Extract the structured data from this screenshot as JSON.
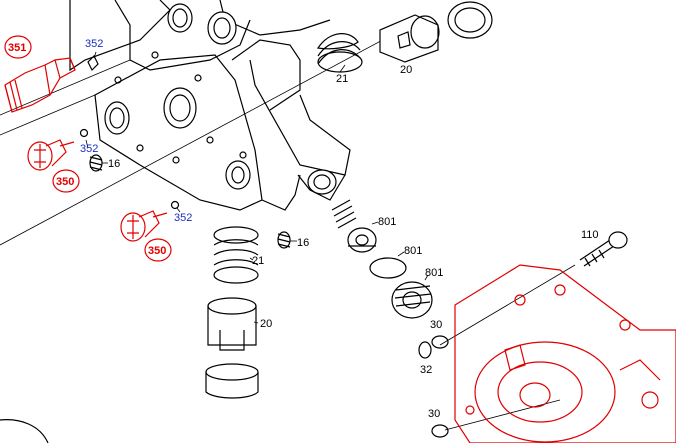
{
  "labels": {
    "c351": "351",
    "c350a": "350",
    "c350b": "350",
    "b352a": "352",
    "b352b": "352",
    "b352c": "352",
    "l16a": "16",
    "l16b": "16",
    "l21a": "21",
    "l21b": "21",
    "l20a": "20",
    "l20b": "20",
    "l801a": "801",
    "l801b": "801",
    "l801c": "801",
    "l110": "110",
    "l30a": "30",
    "l32": "32",
    "l30b": "30"
  },
  "colors": {
    "line": "#000000",
    "highlight": "#e10000",
    "callout_blue": "#1a2fbf"
  }
}
